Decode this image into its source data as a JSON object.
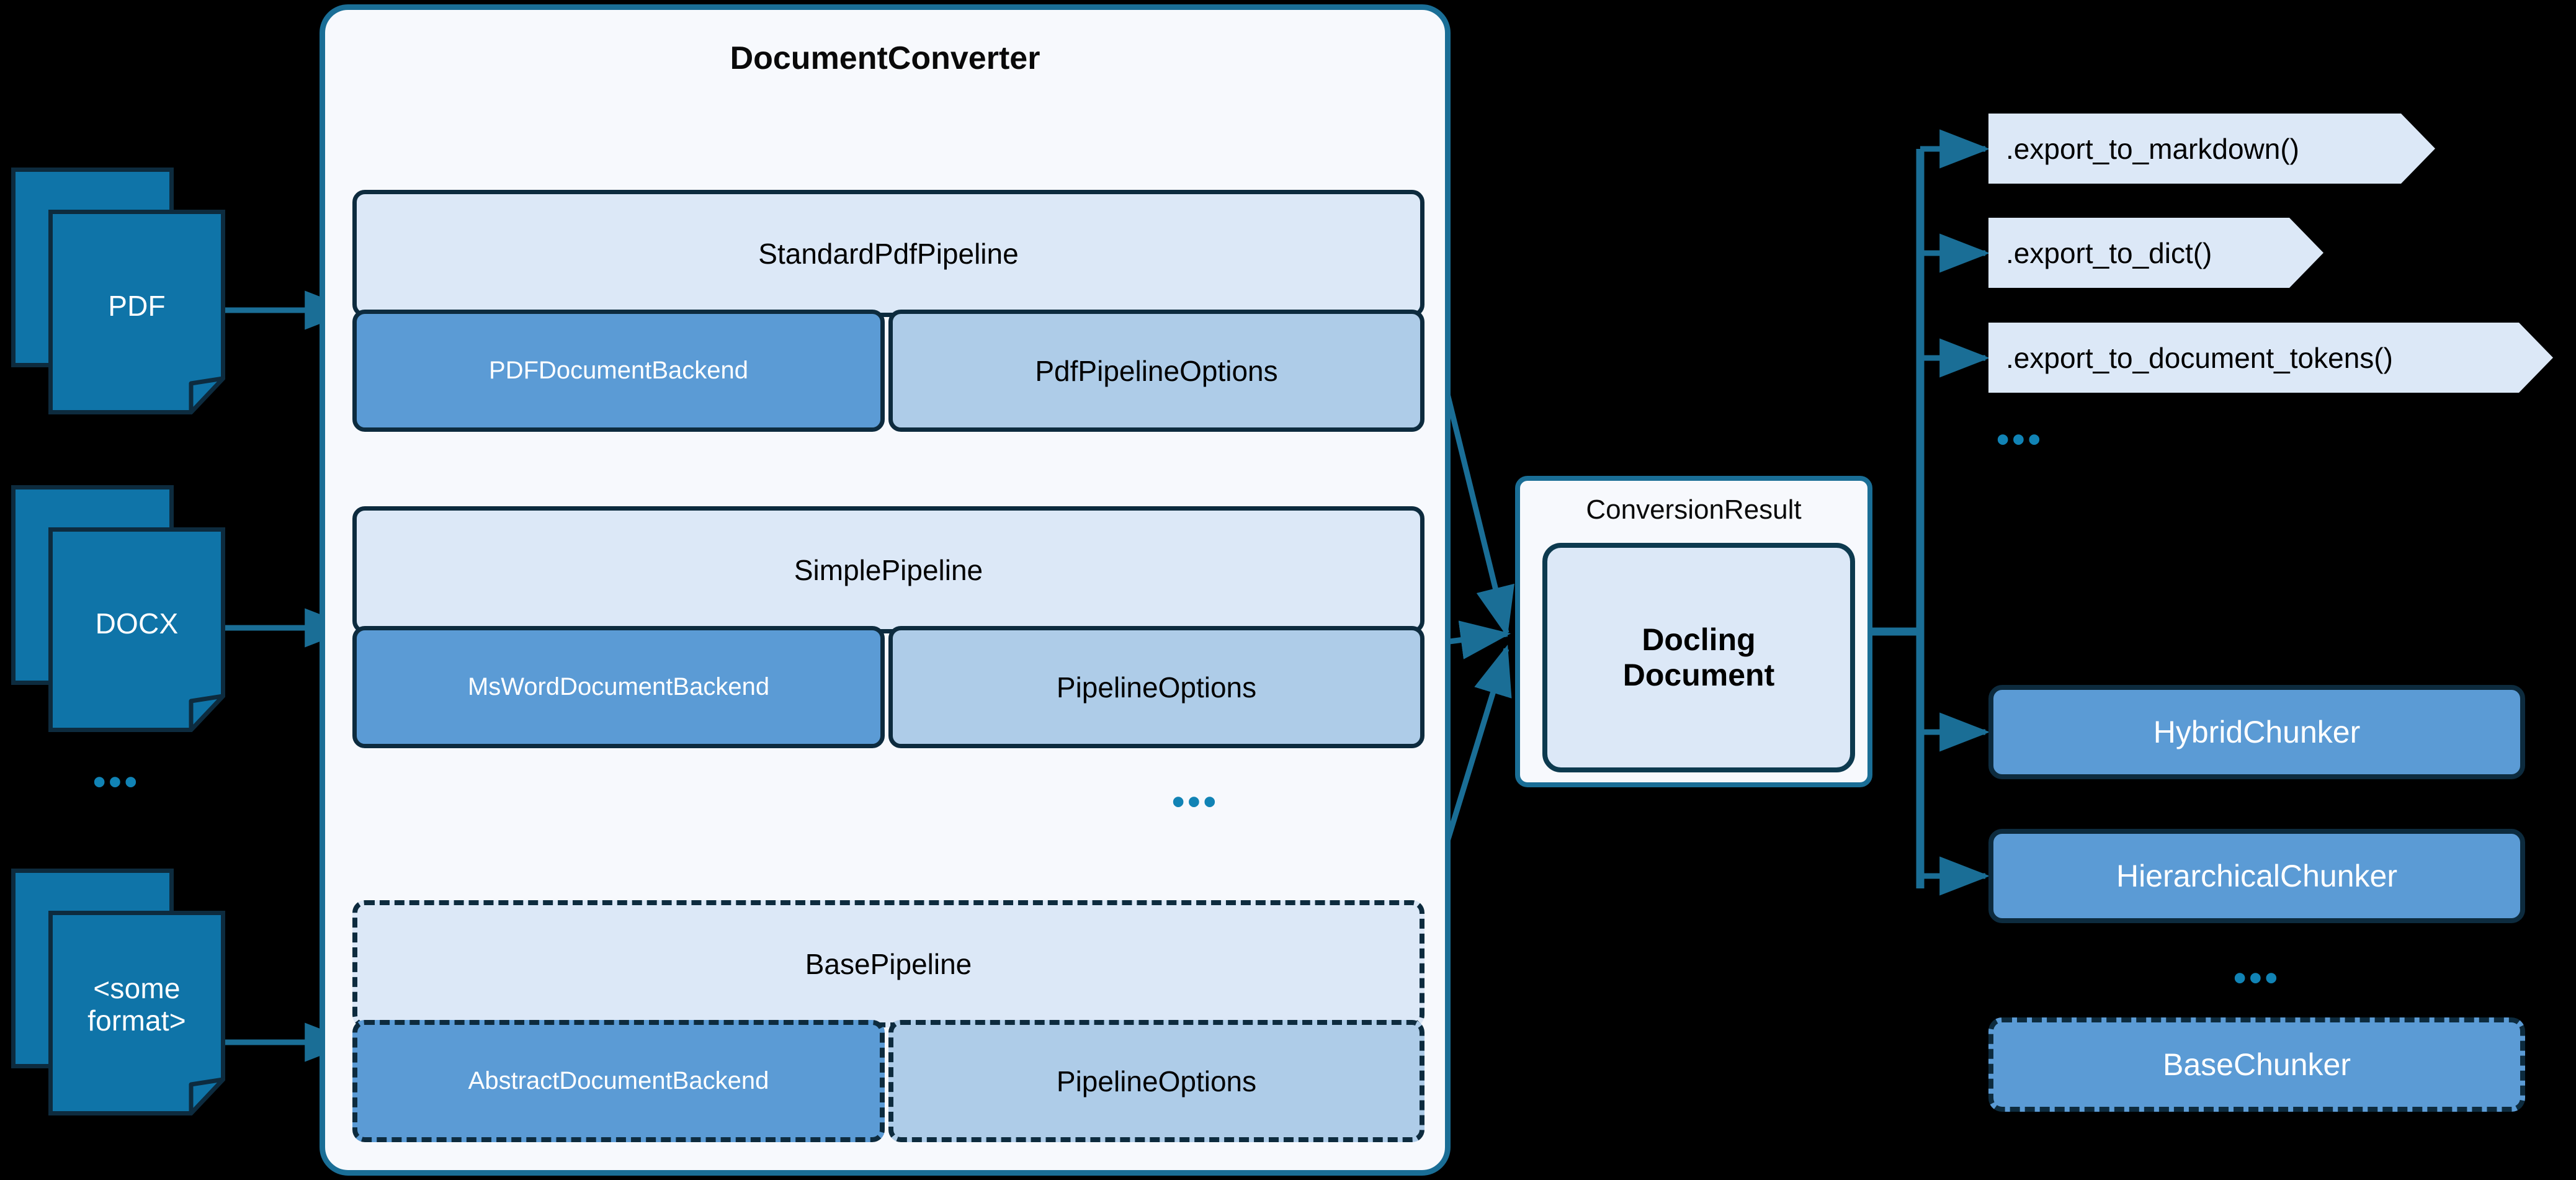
{
  "diagram": {
    "title": "Docling DocumentConverter architecture",
    "background_color": "#000000"
  },
  "colors": {
    "doc_icon_fill": "#0f74a8",
    "doc_icon_stroke": "#0d2b3e",
    "converter_fill": "#f7f9fd",
    "converter_stroke": "#1a6e96",
    "pipeline_header_fill": "#dce8f7",
    "backend_fill": "#5b9bd5",
    "options_fill": "#aecce8",
    "dark_stroke": "#0d2b3e",
    "arrow_color": "#1a6e96",
    "ellipsis_color": "#1183b5",
    "export_chip_fill": "#dce8f7"
  },
  "inputs": [
    {
      "label": "PDF",
      "name": "input-pdf"
    },
    {
      "label": "DOCX",
      "name": "input-docx"
    },
    {
      "label": "<some\nformat>",
      "name": "input-some-format"
    }
  ],
  "inputs_ellipsis": "•••",
  "converter": {
    "title": "DocumentConverter",
    "ellipsis": "•••",
    "pipelines": [
      {
        "name": "standard-pdf-pipeline",
        "header": "StandardPdfPipeline",
        "backend": "PDFDocumentBackend",
        "options": "PdfPipelineOptions",
        "dashed": false
      },
      {
        "name": "simple-pipeline",
        "header": "SimplePipeline",
        "backend": "MsWordDocumentBackend",
        "options": "PipelineOptions",
        "dashed": false
      },
      {
        "name": "base-pipeline",
        "header": "BasePipeline",
        "backend": "AbstractDocumentBackend",
        "options": "PipelineOptions",
        "dashed": true
      }
    ]
  },
  "conversion_result": {
    "label": "ConversionResult",
    "document": "Docling\nDocument"
  },
  "exports": [
    {
      "label": ".export_to_markdown()",
      "name": "export-to-markdown"
    },
    {
      "label": ".export_to_dict()",
      "name": "export-to-dict"
    },
    {
      "label": ".export_to_document_tokens()",
      "name": "export-to-document-tokens"
    }
  ],
  "exports_ellipsis": "•••",
  "chunkers": [
    {
      "label": "HybridChunker",
      "name": "hybrid-chunker",
      "dashed": false
    },
    {
      "label": "HierarchicalChunker",
      "name": "hierarchical-chunker",
      "dashed": false
    },
    {
      "label": "BaseChunker",
      "name": "base-chunker",
      "dashed": true
    }
  ],
  "chunkers_ellipsis": "•••"
}
